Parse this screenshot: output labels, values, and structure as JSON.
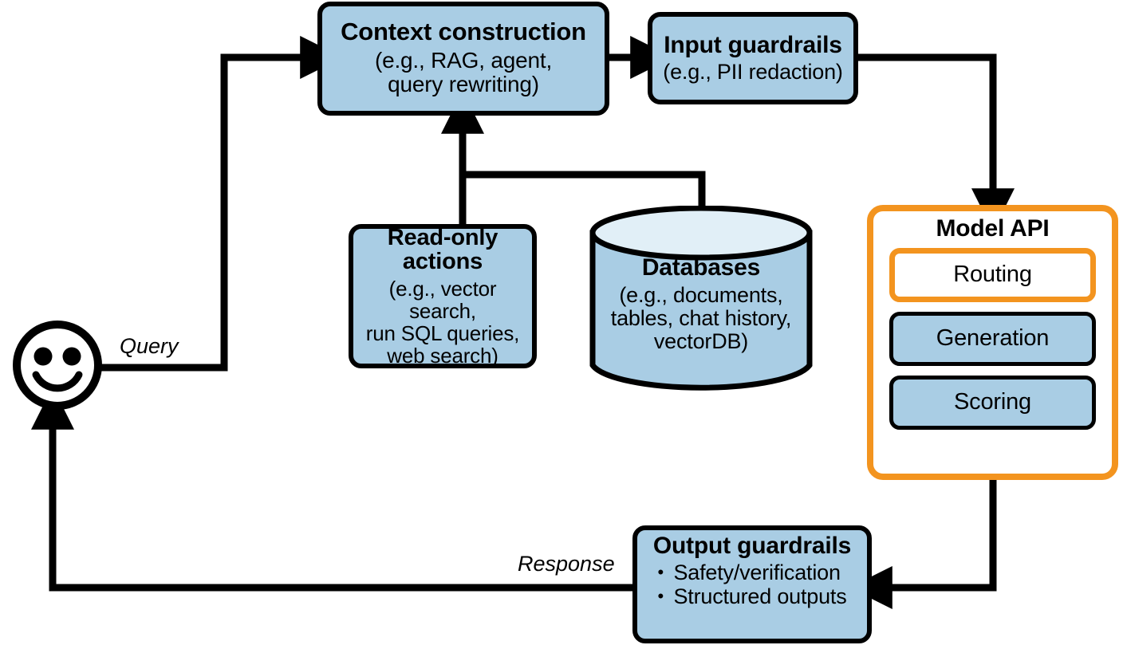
{
  "diagram": {
    "title": "AI application architecture flow",
    "colors": {
      "box_fill_blue": "#a9cde4",
      "cylinder_top_fill": "#e1eff7",
      "accent_orange": "#f3941f",
      "stroke_black": "#000000",
      "background": "#ffffff"
    }
  },
  "nodes": {
    "user": {
      "icon": "smiley-face-icon"
    },
    "context_construction": {
      "title": "Context construction",
      "subtitle_lines": [
        "(e.g., RAG, agent,",
        "query rewriting)"
      ]
    },
    "input_guardrails": {
      "title": "Input guardrails",
      "subtitle_lines": [
        "(e.g., PII redaction)"
      ]
    },
    "read_only_actions": {
      "title": "Read-only actions",
      "subtitle_lines": [
        "(e.g., vector search,",
        "run SQL queries,",
        "web search)"
      ]
    },
    "databases": {
      "title": "Databases",
      "subtitle_lines": [
        "(e.g., documents,",
        "tables, chat history,",
        "vectorDB)"
      ]
    },
    "model_api": {
      "title": "Model API",
      "submodules": [
        {
          "label": "Routing",
          "style": "orange-outline"
        },
        {
          "label": "Generation",
          "style": "blue-fill"
        },
        {
          "label": "Scoring",
          "style": "blue-fill"
        }
      ]
    },
    "output_guardrails": {
      "title": "Output guardrails",
      "bullets": [
        "Safety/verification",
        "Structured outputs"
      ]
    }
  },
  "edges": [
    {
      "id": "query",
      "label": "Query",
      "from": "user",
      "to": "context_construction"
    },
    {
      "id": "context-to-input",
      "label": "",
      "from": "context_construction",
      "to": "input_guardrails"
    },
    {
      "id": "input-to-model",
      "label": "",
      "from": "input_guardrails",
      "to": "model_api"
    },
    {
      "id": "readonly-to-context",
      "label": "",
      "from": "read_only_actions",
      "to": "context_construction"
    },
    {
      "id": "databases-to-context",
      "label": "",
      "from": "databases",
      "to": "context_construction"
    },
    {
      "id": "model-to-output",
      "label": "",
      "from": "model_api",
      "to": "output_guardrails"
    },
    {
      "id": "response",
      "label": "Response",
      "from": "output_guardrails",
      "to": "user"
    }
  ]
}
